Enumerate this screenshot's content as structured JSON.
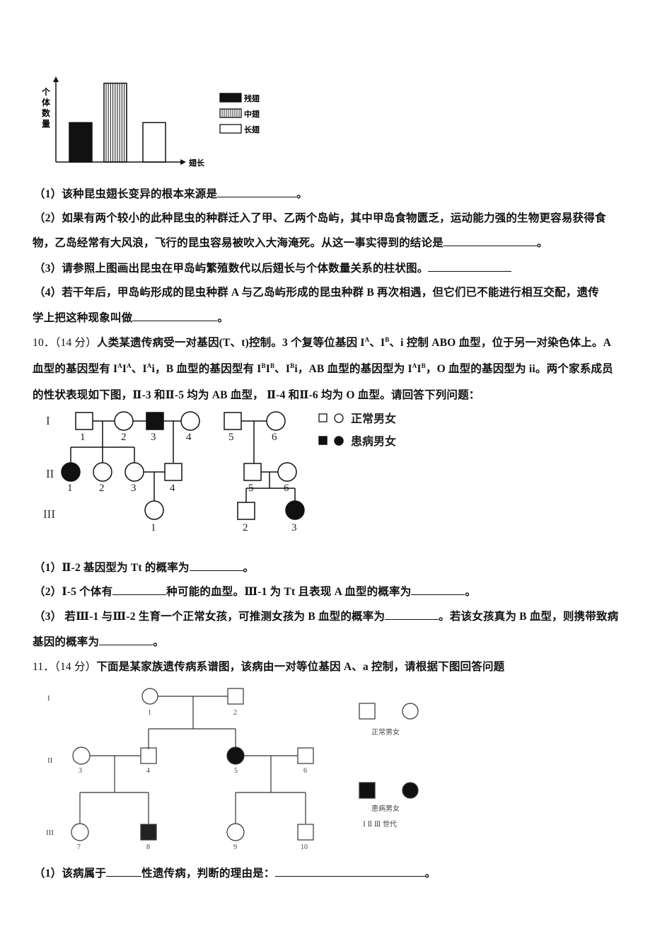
{
  "chart_data": {
    "type": "bar",
    "categories": [
      "残翅",
      "中翅",
      "长翅"
    ],
    "values": [
      2,
      4,
      2
    ],
    "ylabel": "个体数量",
    "xlabel": "翅长",
    "legend": [
      "残翅",
      "中翅",
      "长翅"
    ],
    "legend_position": "right",
    "ylim": [
      0,
      4.2
    ]
  },
  "q9": {
    "p1": "（1）该种昆虫翅长变异的根本来源是",
    "p1_end": "。",
    "p2a": "（2）如果有两个较小的此种昆虫的种群迁入了甲、乙两个岛屿，其中甲岛食物匮乏，运动能力强的生物更容易获得食",
    "p2b": "物，乙岛经常有大风浪，飞行的昆虫容易被吹入大海淹死。从这一事实得到的结论是",
    "p2_end": "。",
    "p3": "（3）请参照上图画出昆虫在甲岛屿繁殖数代以后翅长与个体数量关系的柱状图。",
    "p4a": "（4）若干年后，甲岛屿形成的昆虫种群 A 与乙岛屿形成的昆虫种群 B 再次相遇，但它们已不能进行相互交配，遗传",
    "p4b": "学上把这种现象叫做",
    "p4_end": "。"
  },
  "q10": {
    "num": "10．（14 分）",
    "l1a": "人类某遗传病受一对基因(T、t)控制。3 个复等位基因 I",
    "l1b": "、I",
    "l1c": "、i 控制 ABO 血型，位于另一对染色体上。A",
    "supA": "A",
    "supB": "B",
    "l2a": "血型的基因型有 I",
    "l2b": "I",
    "l2c": "、I",
    "l2d": "i，B 血型的基因型有 I",
    "l2e": "I",
    "l2f": "、I",
    "l2g": "i，AB 血型的基因型为 I",
    "l2h": "I",
    "l2i": "，O 血型的基因型为 ii。两个家系成员",
    "l3": "的性状表现如下图，Ⅱ-3 和Ⅱ-5 均为 AB 血型， Ⅱ-4 和Ⅱ-6 均为 O 血型。请回答下列问题：",
    "gen": [
      "I",
      "II",
      "III"
    ],
    "nums": [
      "1",
      "2",
      "3",
      "4",
      "5",
      "6",
      "1",
      "2",
      "3",
      "4",
      "5",
      "6",
      "1",
      "2",
      "3"
    ],
    "legend_normal": "正常男女",
    "legend_affected": "患病男女",
    "p1": "（1）Ⅱ-2 基因型为 Tt 的概率为",
    "p1_end": "。",
    "p2a": "（2）Ⅰ-5 个体有",
    "p2b": "种可能的血型。Ⅲ-1 为 Tt 且表现 A 血型的概率为",
    "p2_end": "。",
    "p3a": "（3） 若Ⅲ-1 与Ⅲ-2 生育一个正常女孩，可推测女孩为 B 血型的概率为",
    "p3b": "。若该女孩真为 B 血型，则携带致病",
    "p3c": "基因的概率为",
    "p3_end": "。"
  },
  "q11": {
    "num": "11．（14 分）",
    "text": "下面是某家族遗传病系谱图，该病由一对等位基因 A、a 控制，请根据下图回答问题",
    "gen": [
      "I",
      "II",
      "III"
    ],
    "nums": [
      "1",
      "2",
      "3",
      "4",
      "5",
      "6",
      "7",
      "8",
      "9",
      "10"
    ],
    "legend_normal": "正常男女",
    "legend_affected": "患病男女",
    "legend_gen": "Ⅰ Ⅱ Ⅲ 世代",
    "p1a": "（1）该病属于",
    "p1b": "性遗传病，判断的理由是：",
    "p1_end": "。"
  }
}
